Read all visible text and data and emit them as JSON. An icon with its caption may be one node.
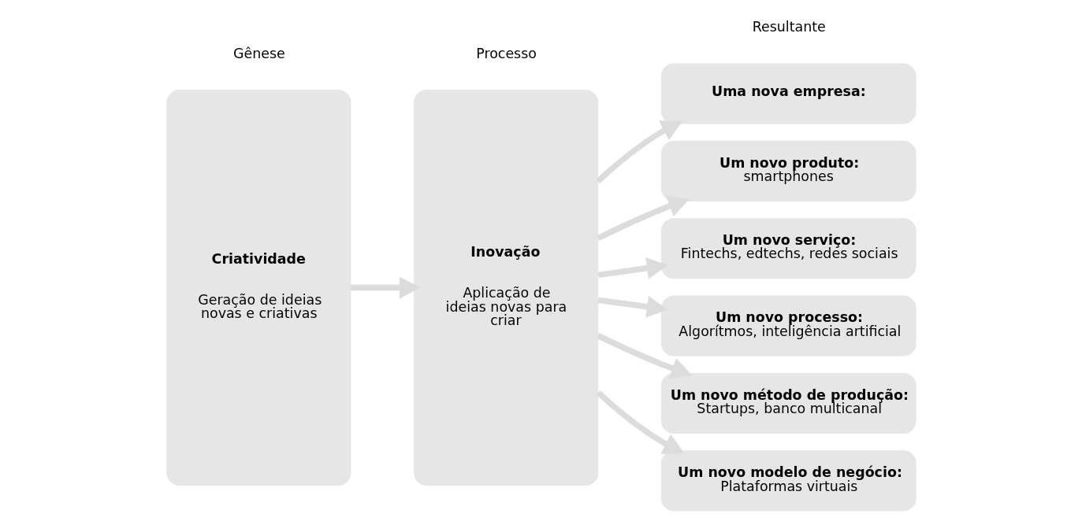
{
  "diagram": {
    "nodes": [
      {
        "text": [
          "Criatividade",
          "Geração de ideias novas e criativas"
        ]
      },
      {
        "text": [
          "Inovação",
          "Aplicação de ideias novas para criar"
        ]
      },
      {
        "text": [
          "Uma nova empresa:"
        ]
      },
      {
        "text": [
          "Um novo produto:",
          "smartphones"
        ]
      },
      {
        "text": [
          "Um novo serviço:",
          "Fintechs, edtechs, redes sociais"
        ]
      },
      {
        "text": [
          "Um novo processo:",
          "Algorítmos, inteligência artificial"
        ]
      },
      {
        "text": [
          "Um novo método de produção:",
          "Startups, banco multicanal"
        ]
      },
      {
        "text": [
          "Um novo modelo de negócio:",
          "Plataformas virtuais"
        ]
      }
    ],
    "edges": [
      {
        "from": 0,
        "to": 1,
        "arrow": "to"
      },
      {
        "from": 1,
        "to": 2,
        "arrow": "to"
      },
      {
        "from": 1,
        "to": 3,
        "arrow": "to"
      },
      {
        "from": 1,
        "to": 4,
        "arrow": "to"
      },
      {
        "from": 1,
        "to": 5,
        "arrow": "to"
      },
      {
        "from": 1,
        "to": 6,
        "arrow": "to"
      },
      {
        "from": 1,
        "to": 7,
        "arrow": "to"
      }
    ],
    "labels": [
      "Gênese",
      "Processo",
      "Resultante"
    ]
  }
}
